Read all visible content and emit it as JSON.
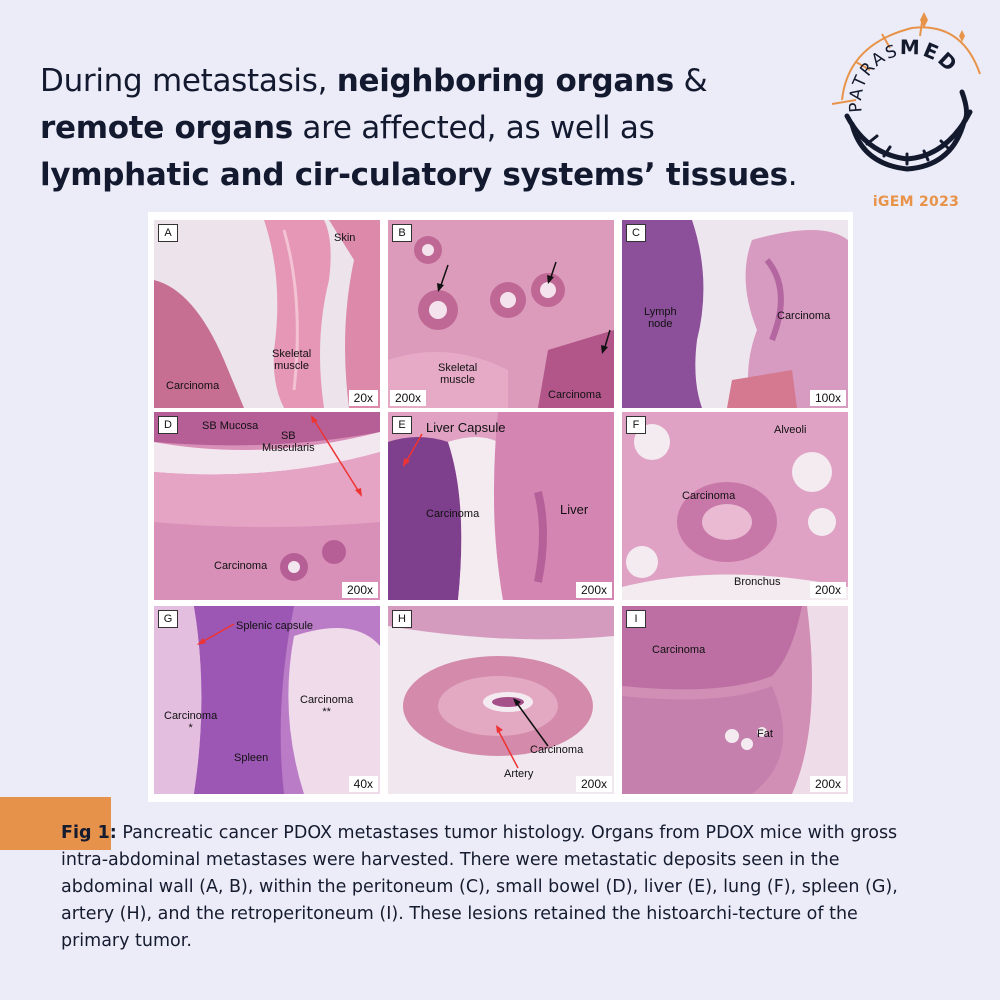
{
  "headline": {
    "p1": "During metastasis, ",
    "b1": "neighboring organs",
    "p2": " & ",
    "b2": "remote organs",
    "p3": "  are affected, as well as ",
    "b3": "lymphatic and cir-culatory systems’ tissues",
    "p4": "."
  },
  "logo": {
    "text": "PATRAS",
    "bold_text": "MED",
    "event": "iGEM 2023",
    "color_dna": "#141a2e",
    "color_accent": "#e8934a"
  },
  "figure": {
    "panels": [
      {
        "label": "A",
        "mag": "20x",
        "annotations": [
          "Skin",
          "Skeletal\nmuscle",
          "Carcinoma"
        ]
      },
      {
        "label": "B",
        "mag": "200x",
        "annotations": [
          "Skeletal\nmuscle",
          "Carcinoma"
        ]
      },
      {
        "label": "C",
        "mag": "100x",
        "annotations": [
          "Lymph\nnode",
          "Carcinoma"
        ]
      },
      {
        "label": "D",
        "mag": "200x",
        "annotations": [
          "SB Mucosa",
          "SB\nMuscularis",
          "Carcinoma"
        ]
      },
      {
        "label": "E",
        "mag": "200x",
        "annotations": [
          "Liver Capsule",
          "Carcinoma",
          "Liver"
        ]
      },
      {
        "label": "F",
        "mag": "200x",
        "annotations": [
          "Alveoli",
          "Carcinoma",
          "Bronchus"
        ]
      },
      {
        "label": "G",
        "mag": "40x",
        "annotations": [
          "Splenic capsule",
          "Carcinoma\n*",
          "Carcinoma\n**",
          "Spleen"
        ]
      },
      {
        "label": "H",
        "mag": "200x",
        "annotations": [
          "Carcinoma",
          "Artery"
        ]
      },
      {
        "label": "I",
        "mag": "200x",
        "annotations": [
          "Carcinoma",
          "Fat"
        ]
      }
    ]
  },
  "caption": {
    "lead": "Fig 1:",
    "text": " Pancreatic cancer PDOX metastases tumor histology. Organs from PDOX mice with gross intra-abdominal metastases were harvested. There were metastatic deposits seen in the abdominal wall (A, B), within the peritoneum (C), small bowel (D), liver (E), lung (F), spleen (G), artery (H), and the retroperitoneum (I). These lesions retained the histoarchi-tecture of the primary tumor."
  }
}
